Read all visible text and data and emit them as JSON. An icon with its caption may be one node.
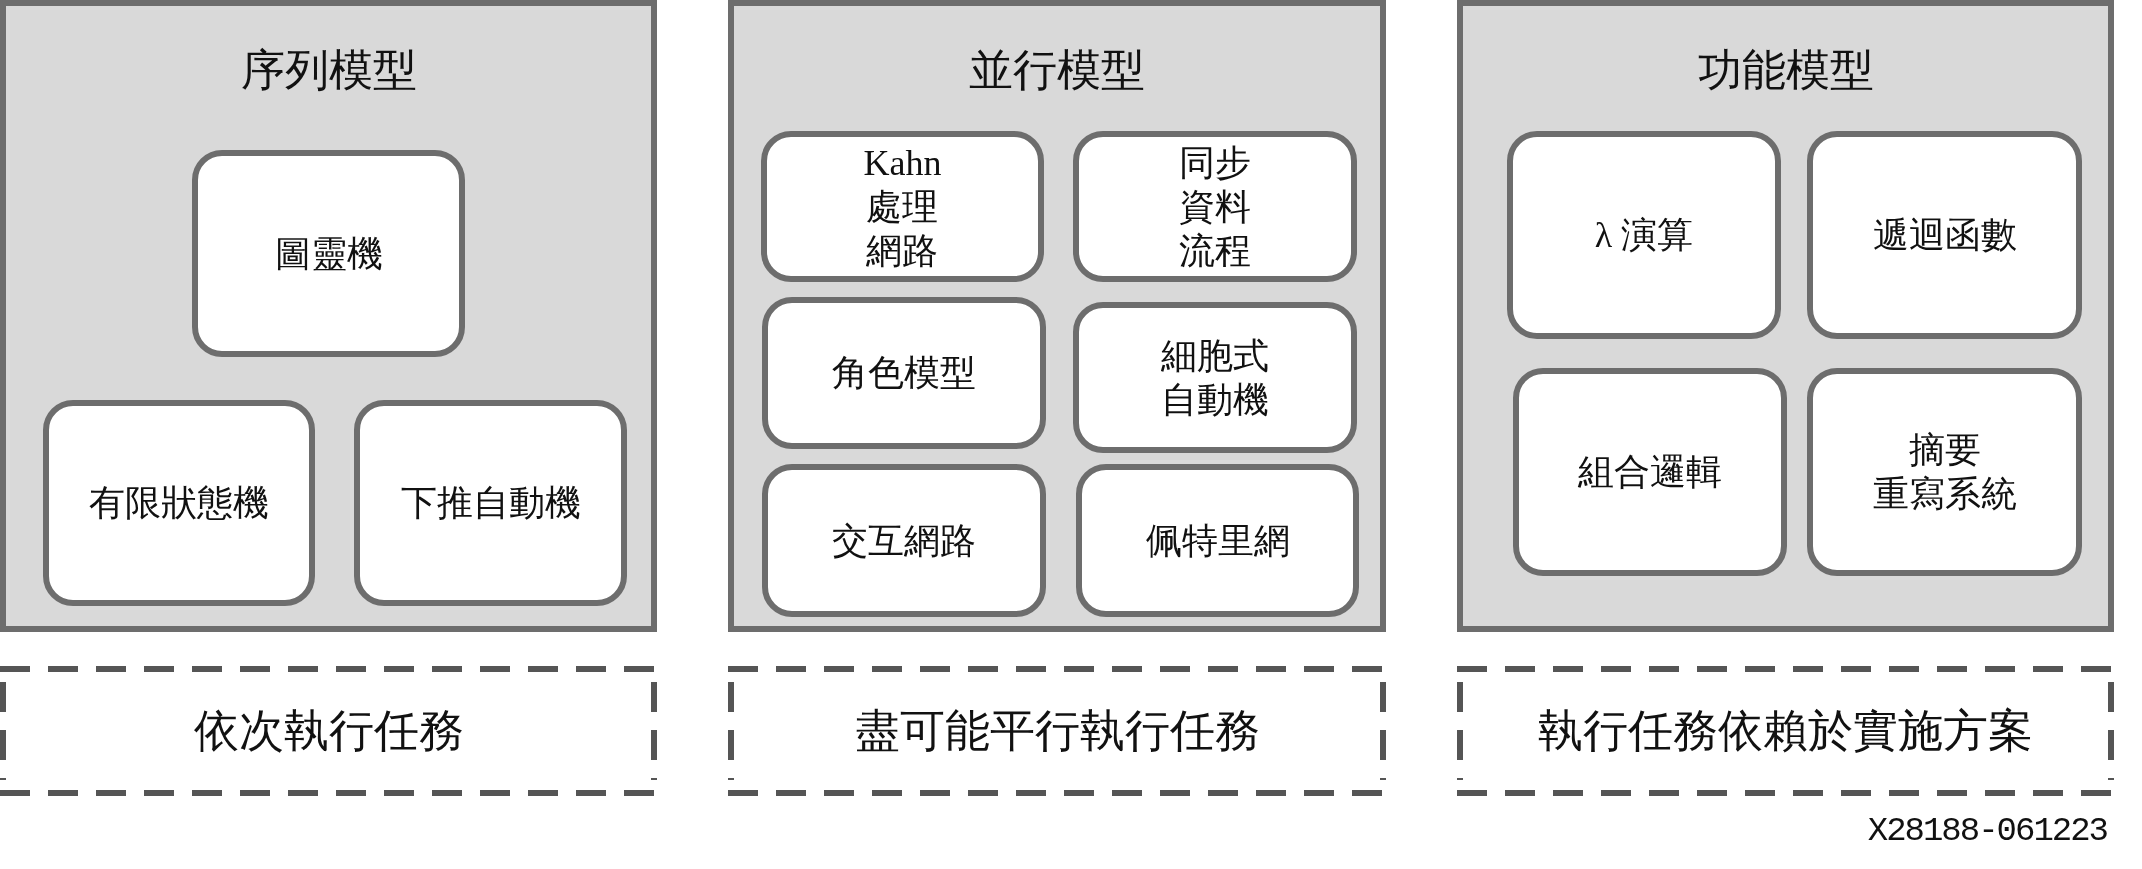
{
  "diagram": {
    "nodes": [
      {
        "text": [
          "序列模型"
        ]
      },
      {
        "text": [
          "圖靈機"
        ],
        "in": 0
      },
      {
        "text": [
          "有限狀態機"
        ],
        "in": 0
      },
      {
        "text": [
          "下推自動機"
        ],
        "in": 0
      },
      {
        "text": [
          "並行模型"
        ]
      },
      {
        "text": [
          "Kahn 處理網路"
        ],
        "in": 4
      },
      {
        "text": [
          "同步資料流程"
        ],
        "in": 4
      },
      {
        "text": [
          "角色模型"
        ],
        "in": 4
      },
      {
        "text": [
          "細胞式自動機"
        ],
        "in": 4
      },
      {
        "text": [
          "交互網路"
        ],
        "in": 4
      },
      {
        "text": [
          "佩特里網"
        ],
        "in": 4
      },
      {
        "text": [
          "功能模型"
        ]
      },
      {
        "text": [
          "λ 演算"
        ],
        "in": 11
      },
      {
        "text": [
          "遞迴函數"
        ],
        "in": 11
      },
      {
        "text": [
          "組合邏輯"
        ],
        "in": 11
      },
      {
        "text": [
          "摘要重寫系統"
        ],
        "in": 11
      },
      {
        "text": [
          "依次執行任務"
        ]
      },
      {
        "text": [
          "盡可能平行執行任務"
        ]
      },
      {
        "text": [
          "執行任務依賴於實施方案"
        ]
      }
    ],
    "labels": [
      "X28188-061223"
    ]
  }
}
